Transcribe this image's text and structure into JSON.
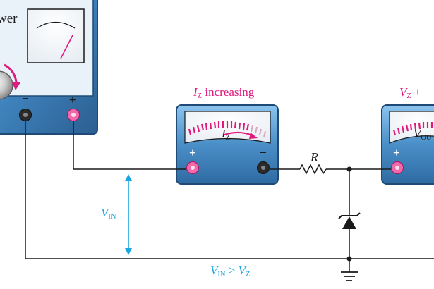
{
  "power_supply": {
    "title_partial": "wer",
    "minus_label": "−",
    "plus_label": "+"
  },
  "ammeter": {
    "caption_var": "I",
    "caption_sub": "Z",
    "caption_text": " increasing",
    "dial_var": "I",
    "dial_sub": "Z",
    "plus_label": "+",
    "minus_label": "−"
  },
  "voltmeter": {
    "caption_var": "V",
    "caption_sub": "Z",
    "caption_text": " +",
    "dial_var": "V",
    "dial_sub": "OU",
    "plus_label": "+"
  },
  "resistor": {
    "label": "R"
  },
  "input_voltage": {
    "var": "V",
    "sub": "IN"
  },
  "condition": {
    "lhs_var": "V",
    "lhs_sub": "IN",
    "operator": " > ",
    "rhs_var": "V",
    "rhs_sub": "Z"
  },
  "colors": {
    "panel_blue": "#3f83bd",
    "panel_blue_light": "#6fb0e0",
    "needle": "#e0197d",
    "label_magenta": "#e0197d",
    "label_cyan": "#1aa6e0",
    "wire": "#1a1a1a",
    "scale_red": "#e0197d"
  }
}
